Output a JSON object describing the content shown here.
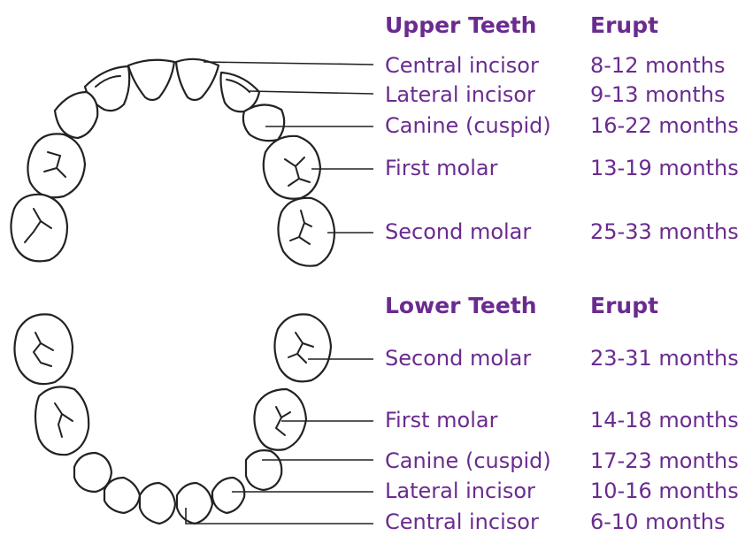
{
  "colors": {
    "text": "#6a2b8f",
    "outline": "#222222"
  },
  "upper": {
    "heading": "Upper Teeth",
    "erupt_heading": "Erupt",
    "rows": [
      {
        "name": "Central incisor",
        "months": "8-12 months"
      },
      {
        "name": "Lateral incisor",
        "months": "9-13 months"
      },
      {
        "name": "Canine (cuspid)",
        "months": "16-22 months"
      },
      {
        "name": "First molar",
        "months": "13-19 months"
      },
      {
        "name": "Second molar",
        "months": "25-33 months"
      }
    ]
  },
  "lower": {
    "heading": "Lower Teeth",
    "erupt_heading": "Erupt",
    "rows": [
      {
        "name": "Second molar",
        "months": "23-31 months"
      },
      {
        "name": "First molar",
        "months": "14-18 months"
      },
      {
        "name": "Canine (cuspid)",
        "months": "17-23 months"
      },
      {
        "name": "Lateral incisor",
        "months": "10-16 months"
      },
      {
        "name": "Central incisor",
        "months": "6-10 months"
      }
    ]
  }
}
